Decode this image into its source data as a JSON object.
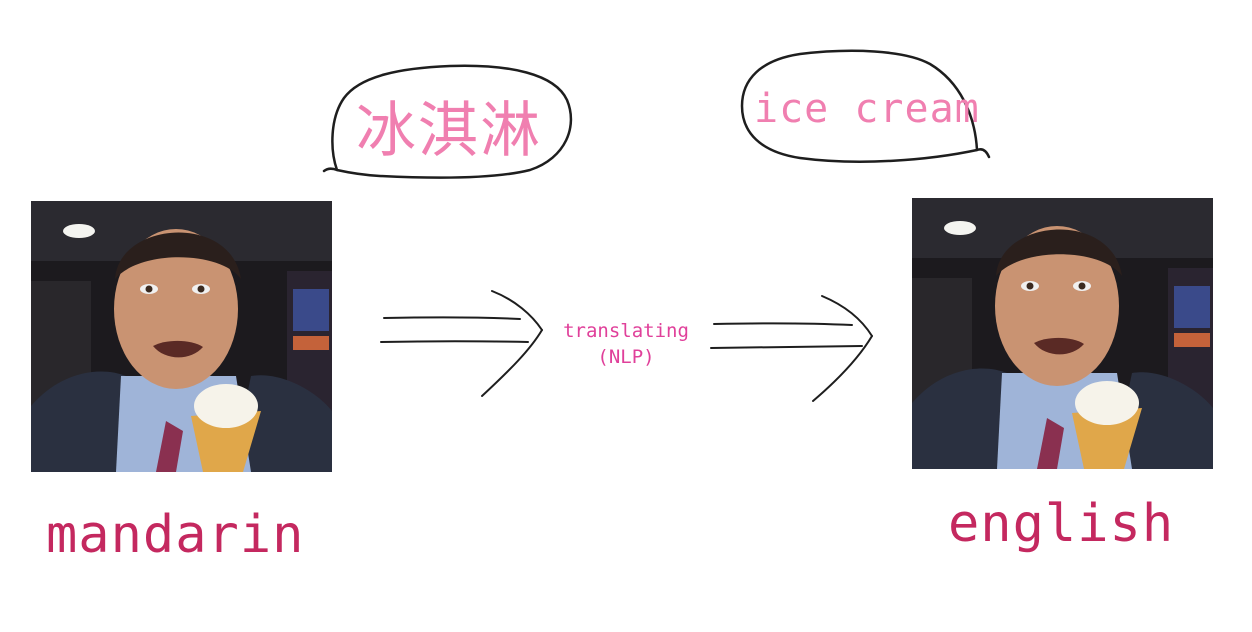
{
  "bubbles": {
    "source_text": "冰淇淋",
    "target_text": "ice cream"
  },
  "captions": {
    "source_language": "mandarin",
    "target_language": "english"
  },
  "process": {
    "label": "translating",
    "sublabel": "(NLP)"
  },
  "colors": {
    "bubble_text": "#f07fb0",
    "caption_text": "#c4285f",
    "process_text": "#e0409a",
    "stroke": "#1e1e1e"
  },
  "icons": {
    "flow_arrow": "double-arrow-right-icon",
    "speech": "speech-bubble-icon"
  }
}
